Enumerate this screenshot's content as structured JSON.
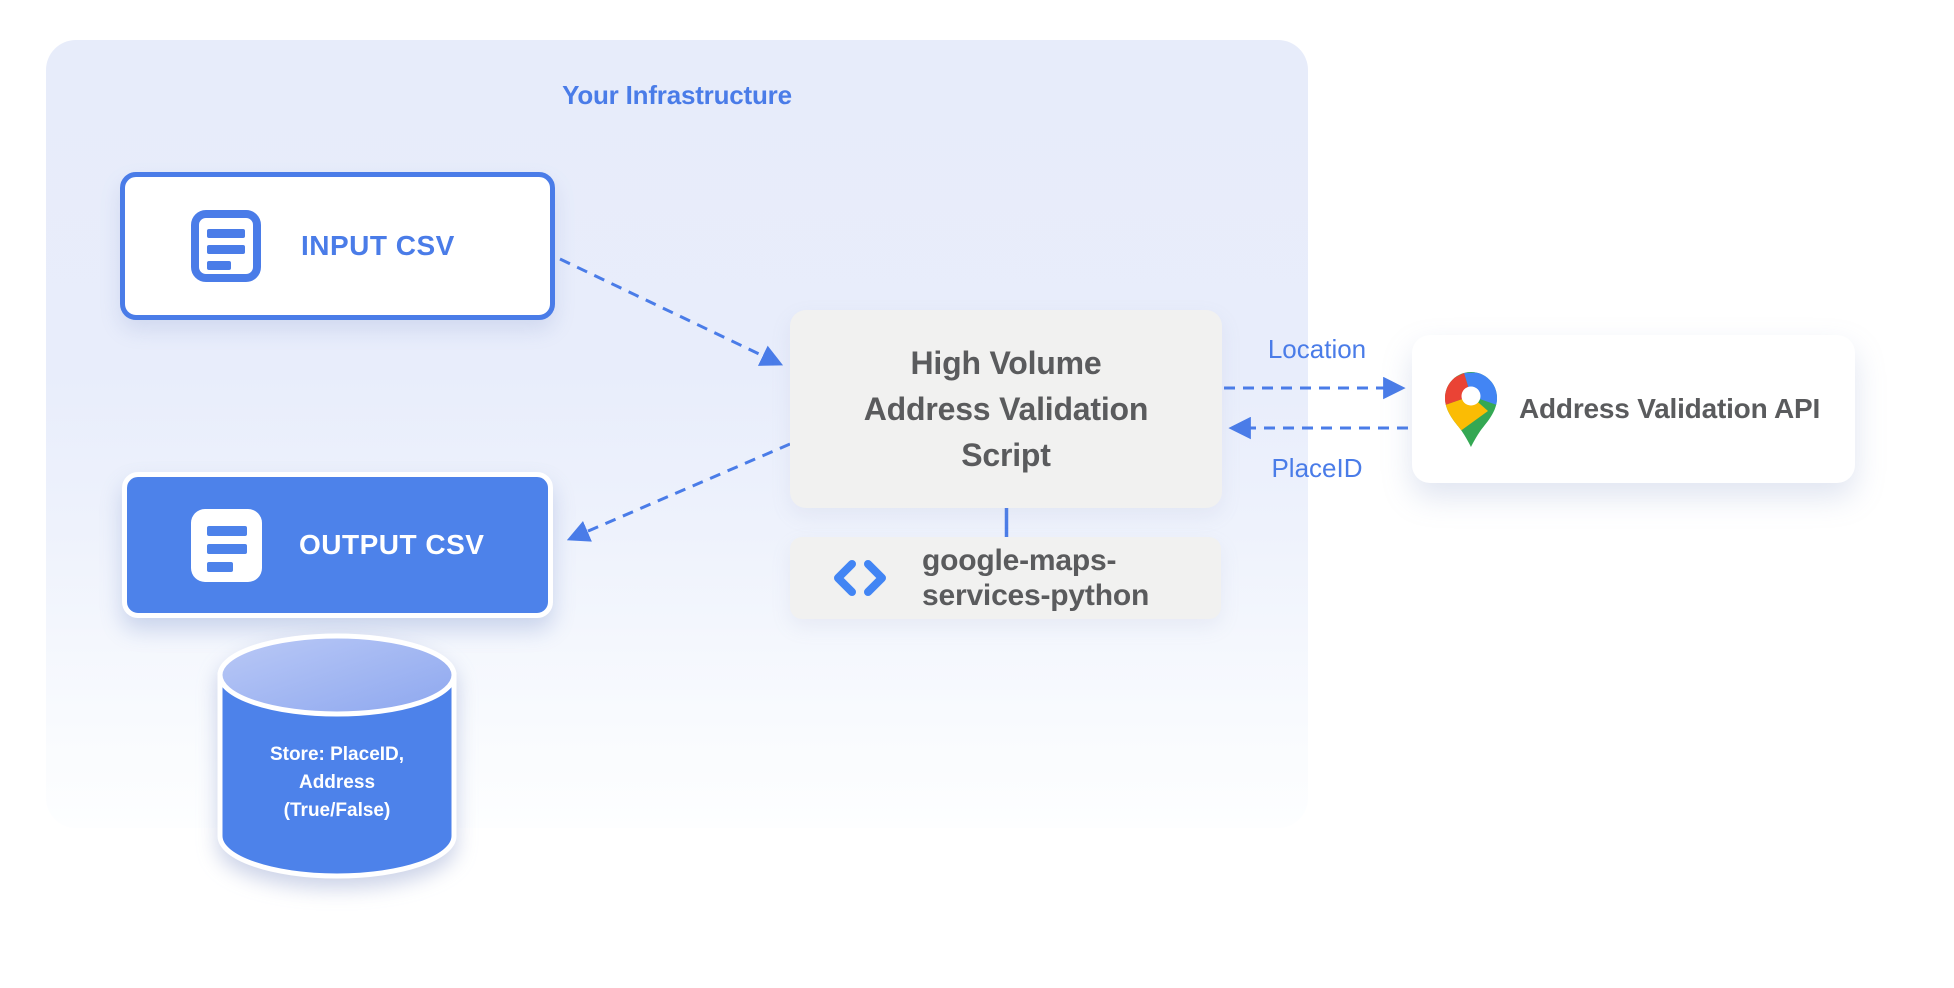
{
  "colors": {
    "accent_blue": "#4a7ce8",
    "node_blue_fill": "#4d82ea",
    "icon_blue": "#4285f4",
    "pin_red": "#ea4335",
    "pin_yellow": "#fbbc04",
    "pin_green": "#34a853",
    "box_gray": "#f1f1f0",
    "text_dark": "#5a5b5d",
    "container_lavender": "#e7ecfa"
  },
  "infrastructure": {
    "title": "Your Infrastructure"
  },
  "nodes": {
    "input_csv": {
      "label": "INPUT CSV",
      "icon": "document-icon"
    },
    "output_csv": {
      "label": "OUTPUT CSV",
      "icon": "document-icon"
    },
    "datastore": {
      "line1": "Store: PlaceID,",
      "line2": "Address",
      "line3": "(True/False)"
    },
    "script": {
      "line1": "High Volume",
      "line2": "Address Validation",
      "line3": "Script"
    },
    "library": {
      "line1": "google-maps-",
      "line2": "services-python",
      "icon": "code-icon"
    },
    "api": {
      "label": "Address Validation API",
      "icon": "google-maps-pin-icon"
    }
  },
  "edges": {
    "location_label": "Location",
    "placeid_label": "PlaceID"
  }
}
